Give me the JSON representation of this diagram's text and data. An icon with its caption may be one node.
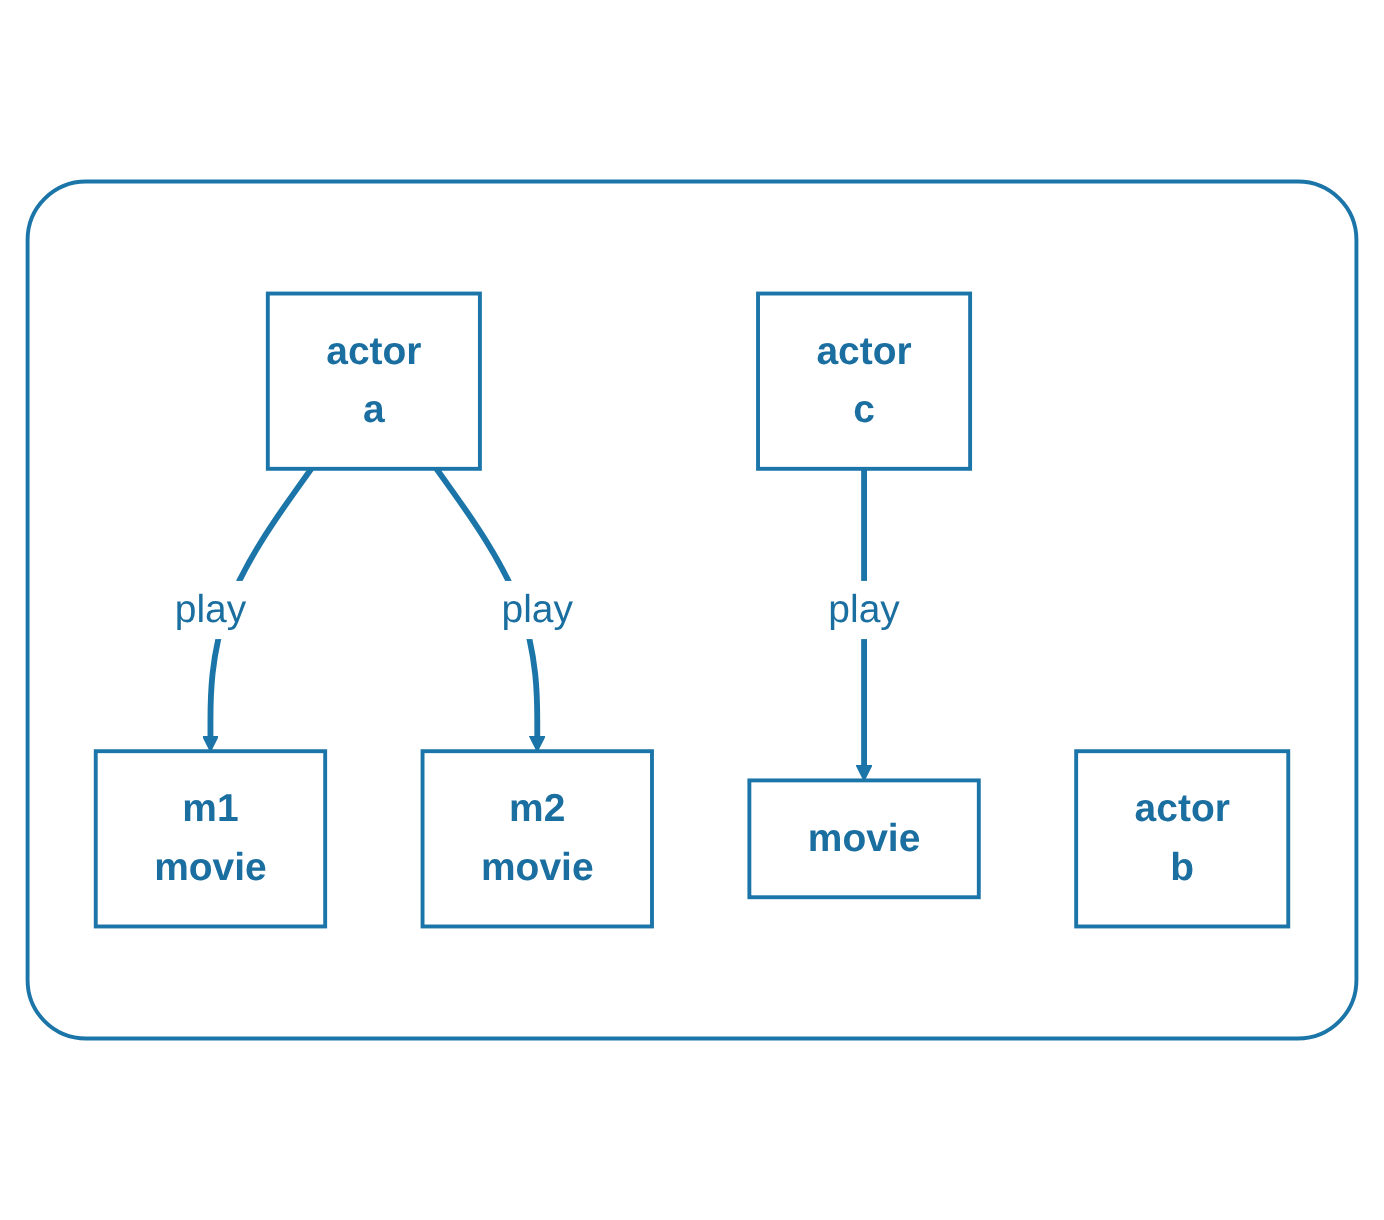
{
  "diagram": {
    "nodes": [
      {
        "text": [],
        "shape": "box"
      },
      {
        "text": [
          "actor",
          "a"
        ],
        "in": 0
      },
      {
        "text": [
          "actor",
          "b"
        ],
        "in": 0
      },
      {
        "text": [
          "actor",
          "c"
        ],
        "in": 0
      },
      {
        "text": [
          "m1",
          "movie"
        ],
        "in": 0
      },
      {
        "text": [
          "m2",
          "movie"
        ],
        "in": 0
      },
      {
        "text": [
          "movie"
        ],
        "in": 0
      }
    ],
    "edges": [
      {
        "from": 1,
        "to": 4,
        "arrow": "to",
        "label": "play"
      },
      {
        "from": 1,
        "to": 5,
        "arrow": "to",
        "label": "play"
      },
      {
        "from": 3,
        "to": 6,
        "arrow": "to",
        "label": "play"
      }
    ]
  }
}
